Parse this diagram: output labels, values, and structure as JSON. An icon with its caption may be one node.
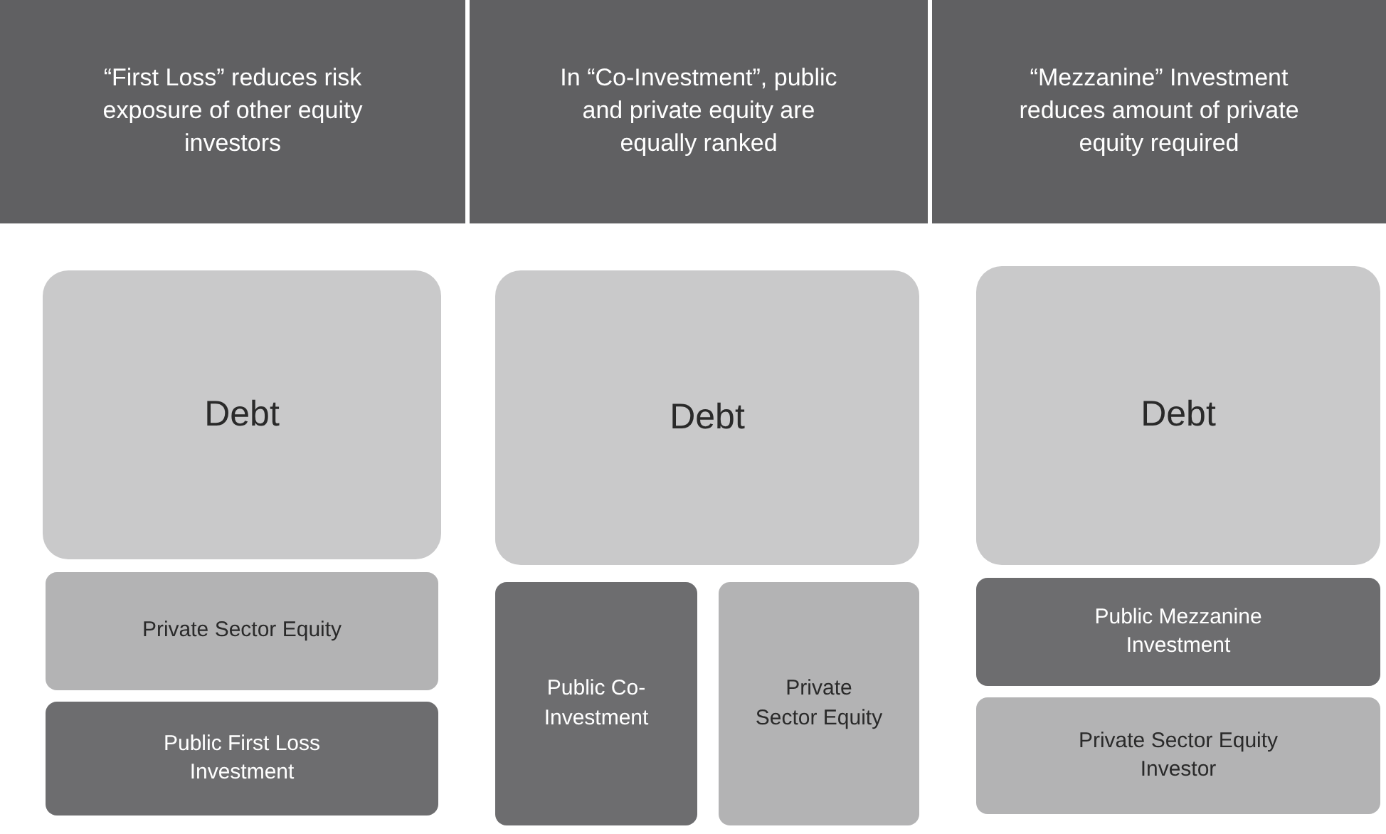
{
  "diagram": {
    "nodes": [
      {
        "text": [
          "“First Loss” reduces risk exposure of other equity investors"
        ]
      },
      {
        "text": [
          "In “Co-Investment”, public and private equity are equally ranked"
        ]
      },
      {
        "text": [
          "“Mezzanine” Investment reduces amount of private equity required"
        ]
      },
      {
        "text": [
          "Debt"
        ]
      },
      {
        "text": [
          "Debt"
        ]
      },
      {
        "text": [
          "Debt"
        ]
      },
      {
        "text": [
          "Private Sector Equity"
        ]
      },
      {
        "text": [
          "Public Mezzanine Investment"
        ]
      },
      {
        "text": [
          "Public First Loss Investment"
        ]
      },
      {
        "text": [
          "Public Co-Investment"
        ]
      },
      {
        "text": [
          "Private Sector Equity"
        ]
      },
      {
        "text": [
          "Private Sector Equity Investor"
        ]
      }
    ]
  }
}
